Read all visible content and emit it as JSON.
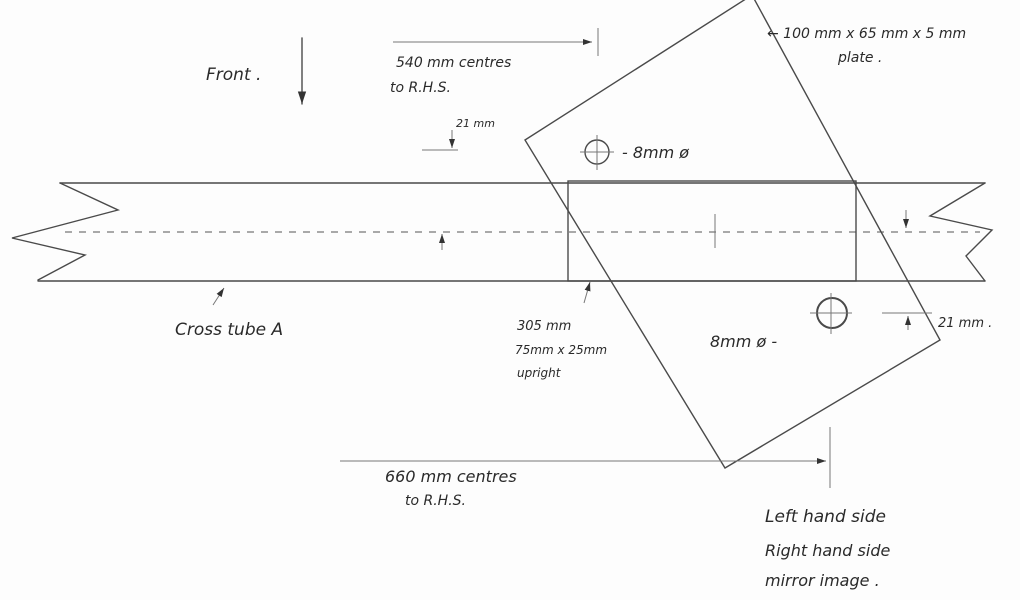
{
  "labels": {
    "front": "Front .",
    "centres_540_line1": "540 mm centres",
    "centres_540_line2": "to R.H.S.",
    "dim_21_top": "21 mm",
    "hole_top": "- 8mm ø",
    "plate_line1": "← 100 mm x 65 mm x 5 mm",
    "plate_line2": "plate .",
    "cross_tube": "Cross tube A",
    "upright_line1": "305 mm",
    "upright_line2": "75mm x 25mm",
    "upright_line3": "upright",
    "hole_bottom": "8mm ø  -",
    "dim_21_bottom": "21 mm .",
    "centres_660_line1": "660 mm centres",
    "centres_660_line2": "to R.H.S.",
    "note_line1": "Left hand side",
    "note_line2": "Right hand side",
    "note_line3": "mirror image ."
  }
}
